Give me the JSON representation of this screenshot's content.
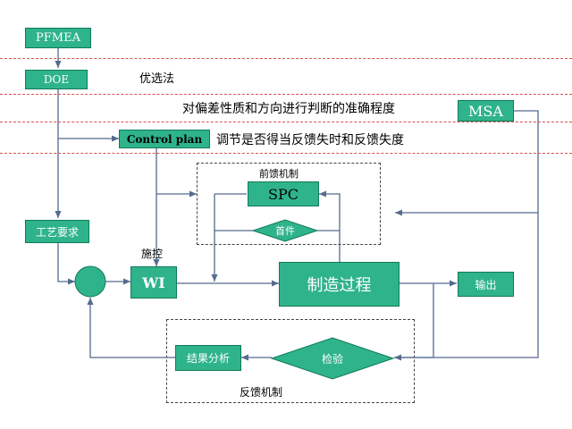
{
  "nodes": {
    "pfmea": "PFMEA",
    "doe": "DOE",
    "control_plan": "Control plan",
    "msa": "MSA",
    "spc": "SPC",
    "first_piece": "首件",
    "process_req": "工艺要求",
    "wi": "WI",
    "manufacturing": "制造过程",
    "output": "输出",
    "inspection": "检验",
    "result_analysis": "结果分析"
  },
  "labels": {
    "doe_note": "优选法",
    "msa_note": "对偏差性质和方向进行判断的准确程度",
    "control_plan_note": "调节是否得当反馈失时和反馈失度",
    "feedforward": "前馈机制",
    "feedback": "反馈机制",
    "shikong": "施控"
  },
  "colors": {
    "box_fill": "#2fb38a",
    "box_border": "#127a5a",
    "line": "#556b8e",
    "separator": "#d9534f"
  }
}
